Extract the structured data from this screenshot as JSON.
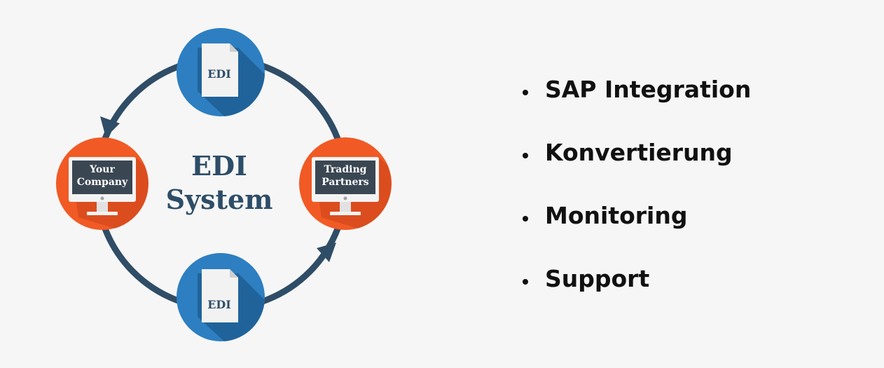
{
  "diagram": {
    "title_line1": "EDI",
    "title_line2": "System",
    "left_node": {
      "line1": "Your",
      "line2": "Company"
    },
    "right_node": {
      "line1": "Trading",
      "line2": "Partners"
    },
    "top_doc_label": "EDI",
    "bottom_doc_label": "EDI",
    "colors": {
      "ring": "#2f4d66",
      "blue_circle": "#2d7fc1",
      "blue_shadow": "#1f5e93",
      "orange_circle": "#f15a25",
      "orange_shadow": "#c9441a",
      "screen": "#3a4753",
      "doc": "#f2f2f2"
    }
  },
  "features": [
    {
      "label": "SAP Integration"
    },
    {
      "label": "Konvertierung"
    },
    {
      "label": "Monitoring"
    },
    {
      "label": "Support"
    }
  ]
}
